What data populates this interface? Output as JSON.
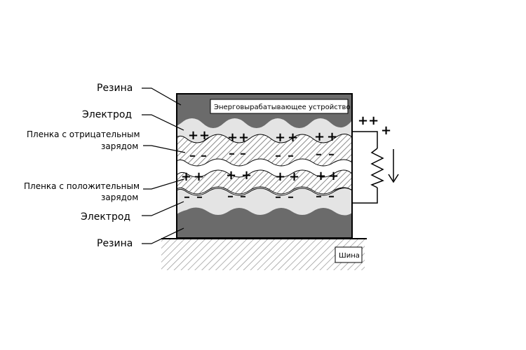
{
  "labels": {
    "rubber_top": "Резина",
    "electrode_top": "Электрод",
    "neg_film_line1": "Пленка с отрицательным",
    "neg_film_line2": "зарядом",
    "pos_film_line1": "Пленка с положительным",
    "pos_film_line2": "зарядом",
    "electrode_bottom": "Электрод",
    "rubber_bottom": "Резина"
  },
  "device_label": "Энерговырабатывающее устройство",
  "bus_label": "Шина",
  "charges": {
    "plus": "+",
    "minus": "–",
    "circuit_plus_top": "++",
    "circuit_plus_bottom": "+"
  },
  "colors": {
    "rubber": "#6b6b6b",
    "electrode": "#e6e6e6",
    "film_hatch": "#9a9a9a",
    "outline": "#000000"
  }
}
